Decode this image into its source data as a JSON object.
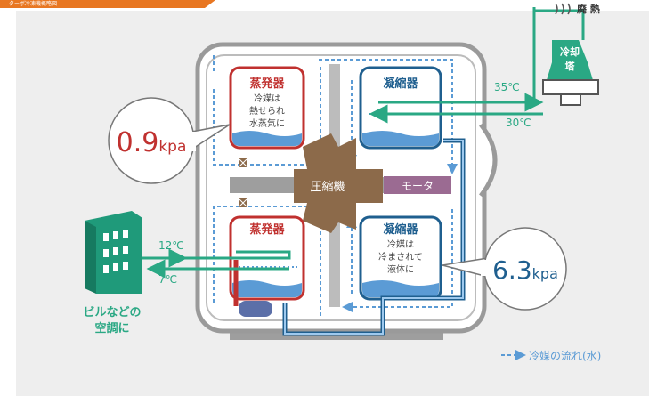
{
  "header": {
    "title": "ターボ冷凍機概略図"
  },
  "evaporator_top": {
    "title": "蒸発器",
    "line1": "冷媒は",
    "line2": "熱せられ",
    "line3": "水蒸気に"
  },
  "condenser_top": {
    "title": "凝縮器"
  },
  "evaporator_bottom": {
    "title": "蒸発器"
  },
  "condenser_bottom": {
    "title": "凝縮器",
    "line1": "冷媒は",
    "line2": "冷まされて",
    "line3": "液体に"
  },
  "compressor": {
    "label": "圧縮機"
  },
  "motor": {
    "label": "モータ"
  },
  "pressure_low": {
    "value": "0.9",
    "unit": "kpa"
  },
  "pressure_high": {
    "value": "6.3",
    "unit": "kpa"
  },
  "cooling_tower": {
    "line1": "冷却",
    "line2": "塔",
    "exhaust": "廃 熱"
  },
  "temps": {
    "out_hot": "35℃",
    "in_cool": "30℃",
    "chilled_out": "12℃",
    "chilled_in": "7℃"
  },
  "building": {
    "line1": "ビルなどの",
    "line2": "空調に"
  },
  "legend": {
    "label": "冷媒の流れ(水)"
  },
  "colors": {
    "evaporator_red": "#c0312f",
    "condenser_blue": "#1f5f8f",
    "water_green": "#2aa884",
    "compressor_brown": "#8c6a4a",
    "motor_purple": "#9b6b92",
    "flow_arrow": "#5b9bd5",
    "header_orange": "#e87722",
    "panel_bg": "#eeeeee",
    "machine_gray": "#bcbcbc"
  }
}
